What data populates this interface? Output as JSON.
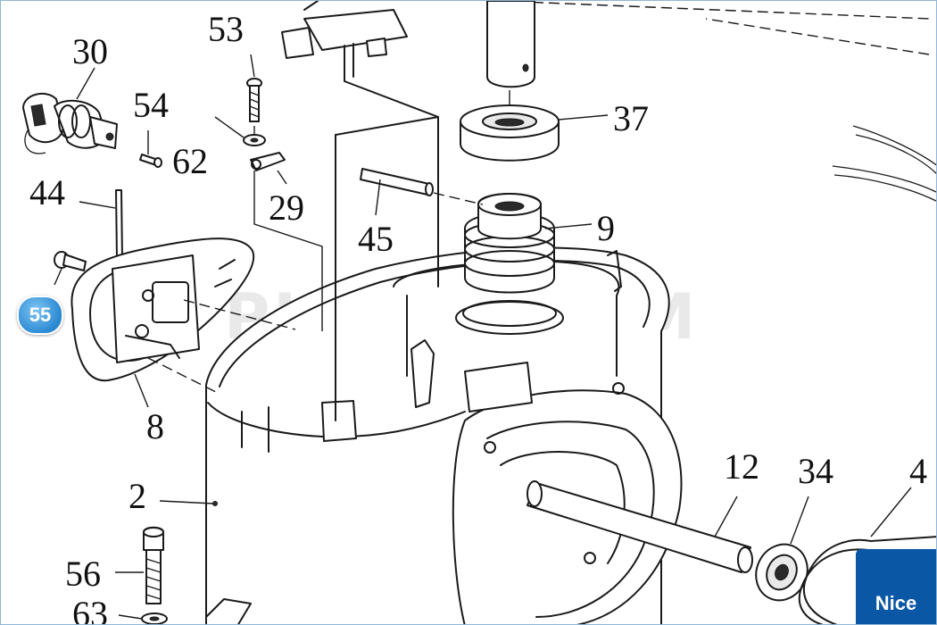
{
  "diagram": {
    "part_labels": [
      "30",
      "53",
      "54",
      "62",
      "29",
      "37",
      "44",
      "45",
      "9",
      "8",
      "2",
      "12",
      "34",
      "4",
      "56",
      "63"
    ],
    "highlighted_part": "55",
    "watermark": "PLIEGO.COM",
    "brand_logo": "Nice"
  },
  "colors": {
    "badge": "#2c8bd3",
    "logo_bg": "#0a57a5",
    "line": "#1a1a1a"
  }
}
